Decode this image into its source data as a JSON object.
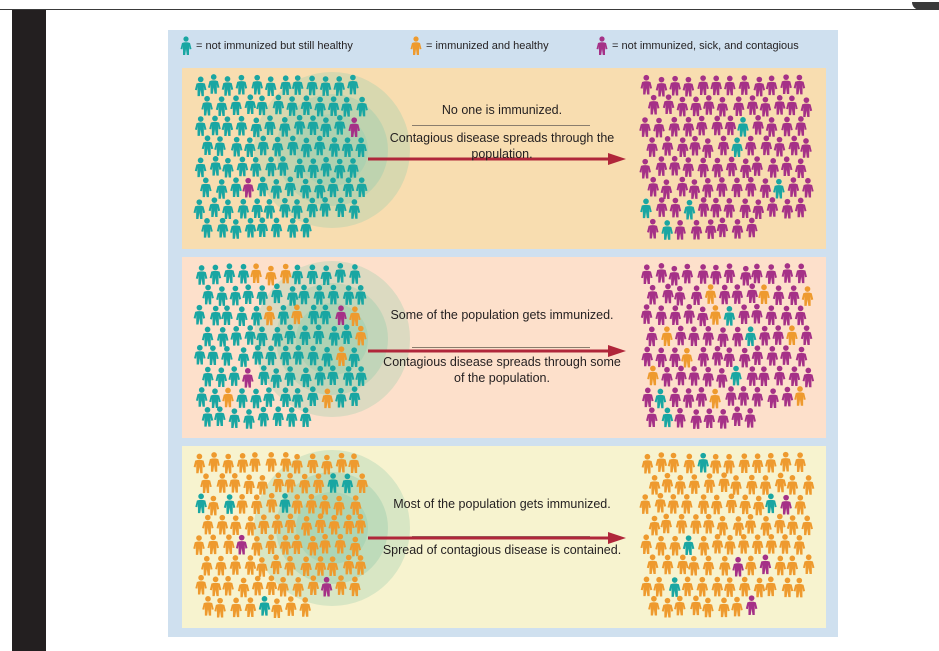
{
  "legend": {
    "items": [
      {
        "label": "= not immunized but still healthy",
        "color": "#19a6a2",
        "icon": "person-icon"
      },
      {
        "label": "= immunized and healthy",
        "color": "#ee9a2e",
        "icon": "person-icon"
      },
      {
        "label": "= not immunized, sick, and contagious",
        "color": "#a53187",
        "icon": "person-icon"
      }
    ]
  },
  "panels": [
    {
      "background": "#f8ddb0",
      "caption_top": "No one is immunized.",
      "caption_bottom": "Contagious disease spreads through the population.",
      "left_counts": {
        "healthy": 90,
        "immunized": 0,
        "sick": 2
      },
      "right_counts": {
        "healthy": 6,
        "immunized": 0,
        "sick": 86
      }
    },
    {
      "background": "#fde0cb",
      "caption_top": "Some of the population gets immunized.",
      "caption_bottom": "Contagious disease spreads through some of the population.",
      "left_counts": {
        "healthy": 80,
        "immunized": 10,
        "sick": 2
      },
      "right_counts": {
        "healthy": 5,
        "immunized": 10,
        "sick": 77
      }
    },
    {
      "background": "#f7f3cf",
      "caption_top": "Most of the population gets immunized.",
      "caption_bottom": "Spread of contagious disease is contained.",
      "left_counts": {
        "healthy": 6,
        "immunized": 84,
        "sick": 2
      },
      "right_counts": {
        "healthy": 4,
        "immunized": 84,
        "sick": 4
      }
    }
  ],
  "colors": {
    "healthy": "#19a6a2",
    "immunized": "#ee9a2e",
    "sick": "#a53187",
    "arrow": "#b0263a",
    "figure_background": "#cfe0ef"
  }
}
